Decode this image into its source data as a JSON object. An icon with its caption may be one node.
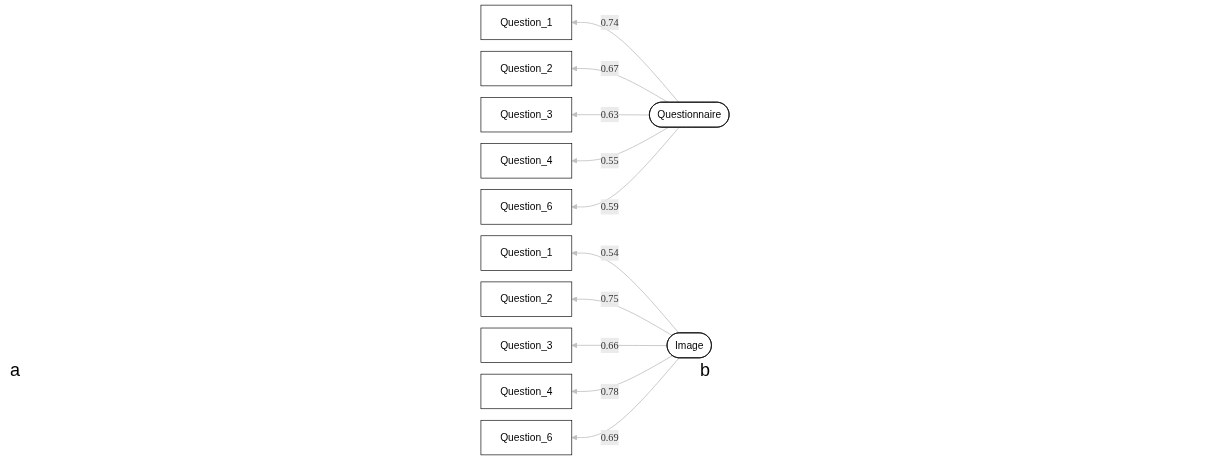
{
  "diagram": {
    "nodes": [
      {
        "text": [
          "Questionnaire"
        ]
      },
      {
        "text": [
          "Question_1"
        ]
      },
      {
        "text": [
          "Question_2"
        ]
      },
      {
        "text": [
          "Question_3"
        ]
      },
      {
        "text": [
          "Question_4"
        ]
      },
      {
        "text": [
          "Question_6"
        ]
      },
      {
        "text": [
          "Image"
        ]
      },
      {
        "text": [
          "Question_1"
        ]
      },
      {
        "text": [
          "Question_2"
        ]
      },
      {
        "text": [
          "Question_3"
        ]
      },
      {
        "text": [
          "Question_4"
        ]
      },
      {
        "text": [
          "Question_6"
        ]
      }
    ],
    "edges": [
      {
        "from": 0,
        "to": 1,
        "arrow": "to",
        "label": "0.74"
      },
      {
        "from": 0,
        "to": 2,
        "arrow": "to",
        "label": "0.67"
      },
      {
        "from": 0,
        "to": 3,
        "arrow": "to",
        "label": "0.63"
      },
      {
        "from": 0,
        "to": 4,
        "arrow": "to",
        "label": "0.55"
      },
      {
        "from": 0,
        "to": 5,
        "arrow": "to",
        "label": "0.59"
      },
      {
        "from": 6,
        "to": 7,
        "arrow": "to",
        "label": "0.54"
      },
      {
        "from": 6,
        "to": 8,
        "arrow": "to",
        "label": "0.75"
      },
      {
        "from": 6,
        "to": 9,
        "arrow": "to",
        "label": "0.66"
      },
      {
        "from": 6,
        "to": 10,
        "arrow": "to",
        "label": "0.78"
      },
      {
        "from": 6,
        "to": 11,
        "arrow": "to",
        "label": "0.69"
      }
    ],
    "labels": [
      "a",
      "b"
    ]
  }
}
